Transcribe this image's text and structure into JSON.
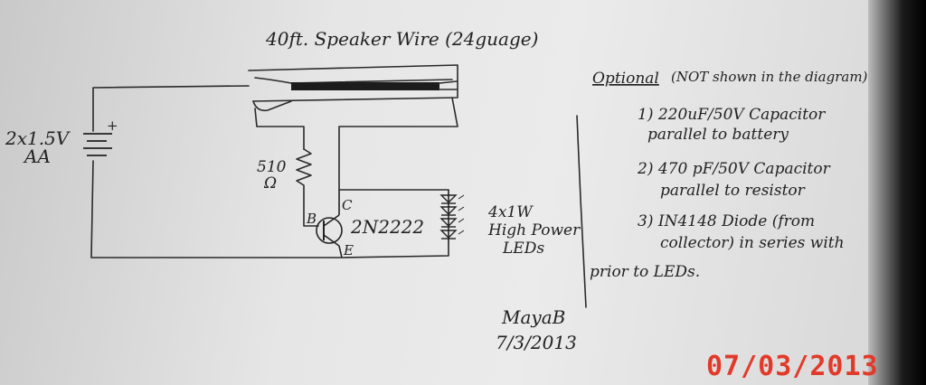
{
  "speaker_wire_label": "40ft. Speaker Wire (24guage)",
  "battery": {
    "label_line1": "2x1.5V",
    "label_line2": "AA",
    "polarity": "+"
  },
  "resistor": {
    "value": "510",
    "unit": "Ω"
  },
  "transistor": {
    "part": "2N2222",
    "pin_base": "B",
    "pin_collector": "C",
    "pin_emitter": "E"
  },
  "leds": {
    "line1": "4x1W",
    "line2": "High Power",
    "line3": "LEDs"
  },
  "optional": {
    "heading": "Optional",
    "note": "(NOT shown in the diagram)",
    "items": [
      {
        "line1": "1) 220uF/50V Capacitor",
        "line2": "parallel to battery"
      },
      {
        "line1": "2) 470 pF/50V Capacitor",
        "line2": "parallel to resistor"
      },
      {
        "line1": "3) IN4148 Diode (from",
        "line2": "collector) in series with",
        "line3": "prior to LEDs."
      }
    ]
  },
  "signature": {
    "name": "MayaB",
    "date": "7/3/2013"
  },
  "timestamp": "07/03/2013"
}
